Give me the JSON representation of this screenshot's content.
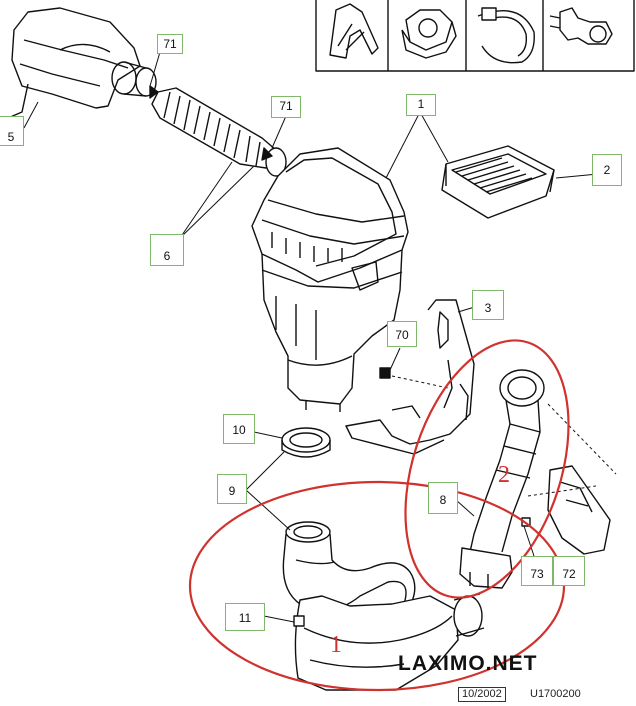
{
  "callouts": {
    "c71a": "71",
    "c71b": "71",
    "c1": "1",
    "c2": "2",
    "c5": "5",
    "c6": "6",
    "c3": "3",
    "c70": "70",
    "c10": "10",
    "c9": "9",
    "c8": "8",
    "c11": "11",
    "c73": "73",
    "c72": "72"
  },
  "zones": {
    "zone1": "1",
    "zone2": "2"
  },
  "brand": "LAXIMO.NET",
  "ref_date": "10/2002",
  "ref_code": "U1700200"
}
